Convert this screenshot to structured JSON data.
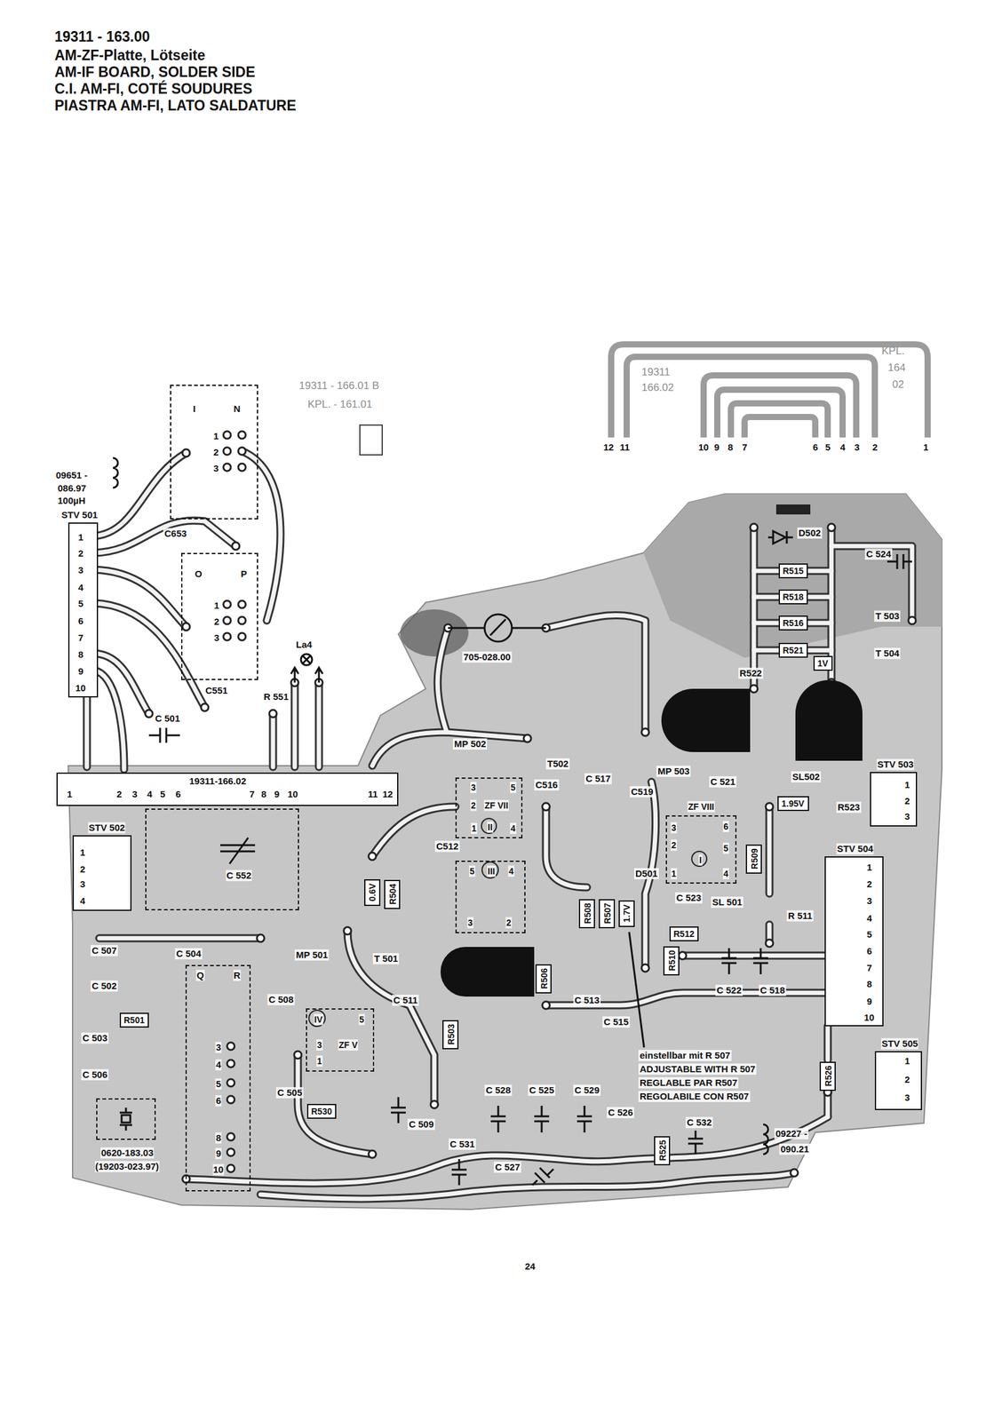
{
  "diagram": {
    "title": "19311 - 163.00",
    "nodes": [
      {
        "text": [
          "STV 501",
          "1",
          "2",
          "3",
          "4",
          "5",
          "6",
          "7",
          "8",
          "9",
          "10"
        ]
      },
      {
        "text": [
          "STV 502",
          "1",
          "2",
          "3",
          "4"
        ]
      },
      {
        "text": [
          "STV 503",
          "1",
          "2",
          "3"
        ]
      },
      {
        "text": [
          "STV 504",
          "1",
          "2",
          "3",
          "4",
          "5",
          "6",
          "7",
          "8",
          "9",
          "10"
        ]
      },
      {
        "text": [
          "STV 505",
          "1",
          "2",
          "3"
        ]
      },
      {
        "text": [
          "1",
          "2",
          "3",
          "4",
          "5",
          "6",
          "19311-166.02",
          "7",
          "8",
          "9",
          "10",
          "11",
          "12"
        ]
      },
      {
        "text": [
          "I",
          "N",
          "1",
          "2",
          "3"
        ]
      },
      {
        "text": [
          "O",
          "P",
          "1",
          "2",
          "3"
        ]
      },
      {
        "text": [
          "Q",
          "R",
          "3",
          "4",
          "5",
          "6",
          "8",
          "9",
          "10"
        ]
      },
      {
        "text": [
          "C 552"
        ]
      },
      {
        "text": [
          "3",
          "5",
          "2",
          "ZF VII",
          "II",
          "1",
          "4"
        ]
      },
      {
        "text": [
          "5",
          "III",
          "4",
          "3",
          "2"
        ]
      },
      {
        "text": [
          "ZF VIII",
          "3",
          "6",
          "2",
          "5",
          "1",
          "4",
          "I"
        ]
      },
      {
        "text": [
          "IV",
          "5",
          "3",
          "ZF V",
          "1"
        ]
      },
      {
        "text": [
          "0620-183.03",
          "(19203-023.97)"
        ]
      },
      {
        "text": [
          "1.95V"
        ]
      },
      {
        "text": [
          "1V"
        ]
      },
      {
        "text": [
          "R515"
        ]
      },
      {
        "text": [
          "R518"
        ]
      },
      {
        "text": [
          "R516"
        ]
      },
      {
        "text": [
          "R521"
        ]
      },
      {
        "text": [
          "R501"
        ]
      },
      {
        "text": [
          "R512"
        ]
      },
      {
        "text": [
          "R530"
        ]
      },
      {
        "text": [
          "R509"
        ]
      },
      {
        "text": [
          "R503"
        ]
      },
      {
        "text": [
          "R510"
        ]
      },
      {
        "text": [
          "R506"
        ]
      },
      {
        "text": [
          "R504"
        ]
      },
      {
        "text": [
          "0.6V"
        ]
      },
      {
        "text": [
          "R526"
        ]
      },
      {
        "text": [
          "R525"
        ]
      },
      {
        "text": [
          "R508"
        ]
      },
      {
        "text": [
          "R507"
        ]
      },
      {
        "text": [
          "1.7V"
        ]
      }
    ],
    "labels": [
      "AM-ZF-Platte, Lötseite",
      "AM-IF BOARD, SOLDER SIDE",
      "C.I. AM-FI, COTÉ SOUDURES",
      "PIASTRA AM-FI, LATO SALDATURE",
      "19311 - 166.01 B",
      "KPL. - 161.01",
      "19311",
      "166.02",
      "KPL.",
      "164",
      "02",
      "12",
      "11",
      "10",
      "9",
      "8",
      "7",
      "6",
      "5",
      "4",
      "3",
      "2",
      "1",
      "09651 -",
      "086.97",
      "100µH",
      "C653",
      "La4",
      "C 501",
      "C551",
      "R 551",
      "MP 502",
      "T502",
      "MP 503",
      "C 521",
      "SL502",
      "R523",
      "D502",
      "C 524",
      "T 503",
      "T 504",
      "R522",
      "705-028.00",
      "C516",
      "C 517",
      "C519",
      "D501",
      "C 523",
      "SL 501",
      "R 511",
      "C 522",
      "C 518",
      "C512",
      "MP 501",
      "T 501",
      "C 507",
      "C 504",
      "C 502",
      "C 508",
      "C 511",
      "C 503",
      "C 506",
      "C 505",
      "C 509",
      "C 513",
      "C 515",
      "C 528",
      "C 525",
      "C 529",
      "C 526",
      "C 532",
      "C 531",
      "C 527",
      "09227 -",
      "090.21",
      "einstellbar mit R 507",
      "ADJUSTABLE WITH R 507",
      "REGLABLE PAR R507",
      "REGOLABILE CON R507",
      "24"
    ]
  }
}
